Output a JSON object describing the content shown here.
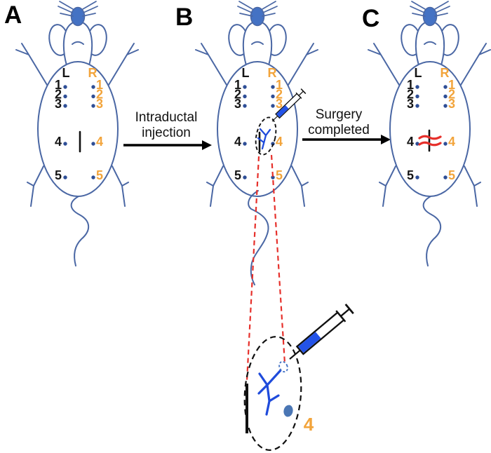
{
  "colors": {
    "outline": "#4a67a4",
    "nose": "#4472c4",
    "dot": "#2e4e96",
    "accent": "#f2a43b",
    "red": "#e6302b",
    "duct": "#1f4bdb",
    "syringe": "#2353e8",
    "node": "#4a76b4"
  },
  "panels": [
    {
      "letter": "A"
    },
    {
      "letter": "B"
    },
    {
      "letter": "C"
    }
  ],
  "transitions": [
    {
      "line1": "Intraductal",
      "line2": "injection"
    },
    {
      "line1": "Surgery",
      "line2": "completed"
    }
  ],
  "gland_map": {
    "left_label": "L",
    "right_label": "R",
    "left_numbers": [
      "1",
      "2",
      "3",
      "4",
      "5"
    ],
    "right_numbers": [
      "1",
      "2",
      "3",
      "4",
      "5"
    ]
  },
  "magnified_view": {
    "gland_label": "4"
  }
}
